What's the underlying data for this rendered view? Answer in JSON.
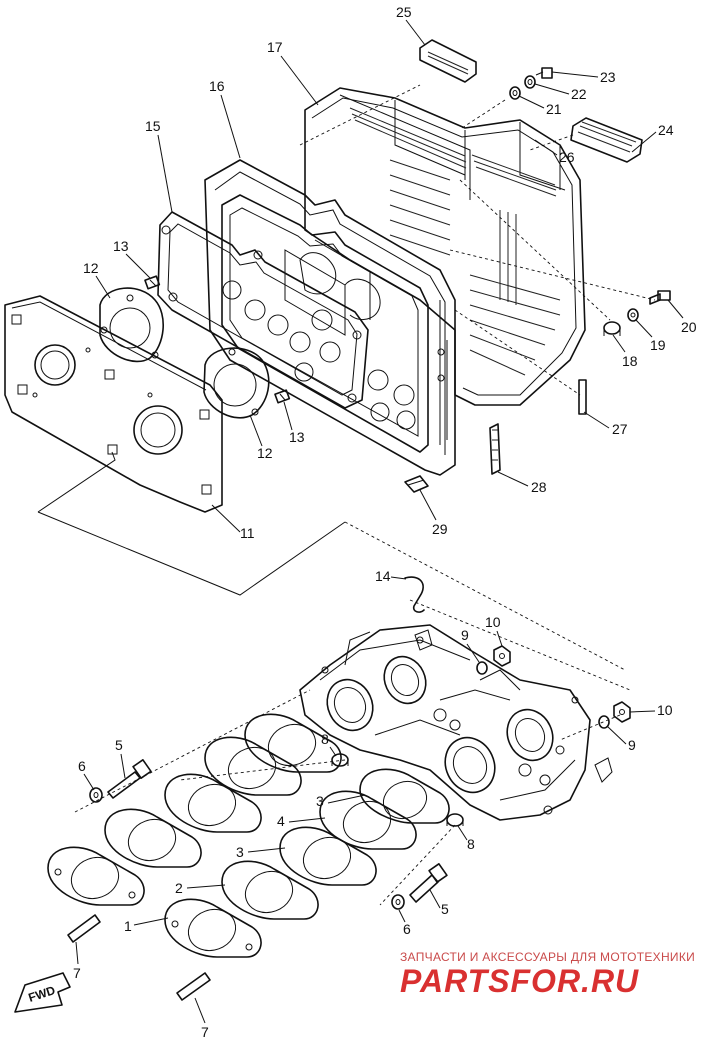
{
  "callouts": {
    "c1": "1",
    "c2": "2",
    "c3a": "3",
    "c3b": "3",
    "c4": "4",
    "c5a": "5",
    "c5b": "5",
    "c6a": "6",
    "c6b": "6",
    "c7a": "7",
    "c7b": "7",
    "c8a": "8",
    "c8b": "8",
    "c9a": "9",
    "c9b": "9",
    "c10a": "10",
    "c10b": "10",
    "c11": "11",
    "c12a": "12",
    "c12b": "12",
    "c13a": "13",
    "c13b": "13",
    "c14": "14",
    "c15": "15",
    "c16": "16",
    "c17": "17",
    "c18": "18",
    "c19": "19",
    "c20": "20",
    "c21": "21",
    "c22": "22",
    "c23": "23",
    "c24": "24",
    "c25": "25",
    "c26": "26",
    "c27": "27",
    "c28": "28",
    "c29": "29"
  },
  "fwd_label": "FWD",
  "watermark": {
    "line1": "ЗАПЧАСТИ И АКСЕССУАРЫ ДЛЯ МОТОТЕХНИКИ",
    "line2": "PARTSFOR.RU"
  },
  "colors": {
    "ink": "#111111",
    "watermark": "#d93030",
    "background": "#ffffff"
  }
}
